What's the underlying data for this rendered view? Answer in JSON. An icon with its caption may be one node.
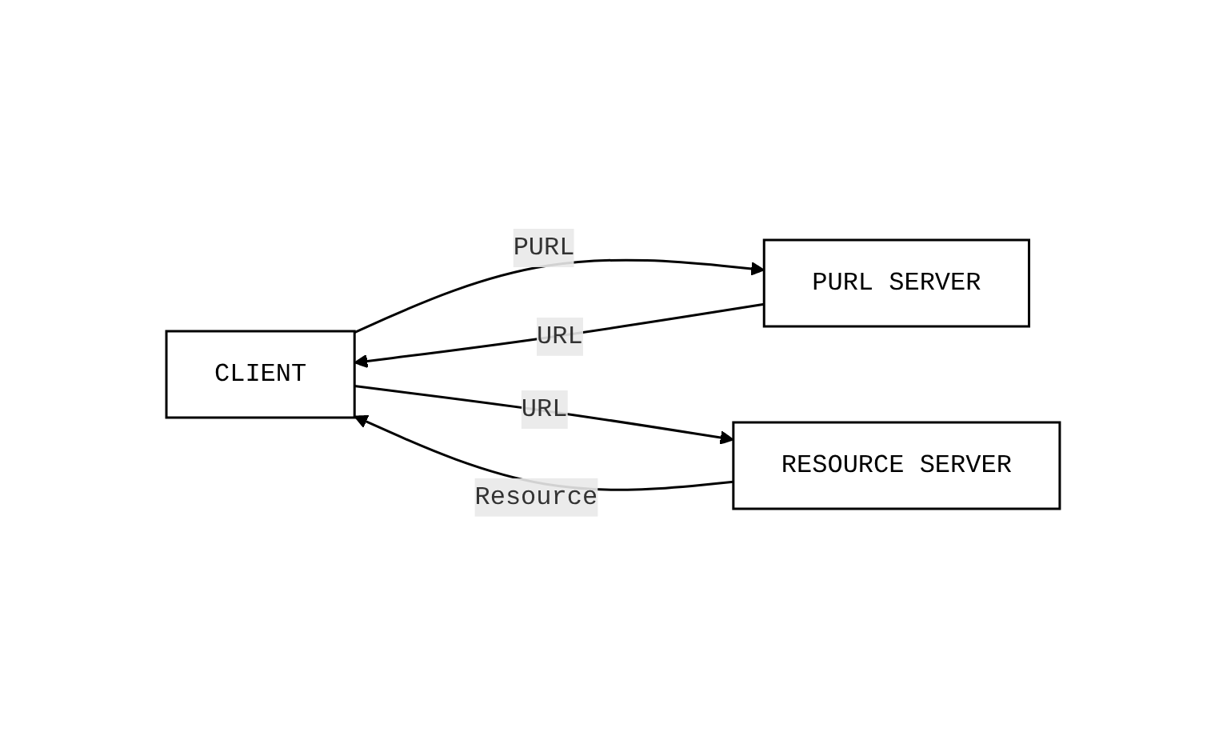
{
  "diagram": {
    "nodes": [
      {
        "text": [
          "CLIENT"
        ]
      },
      {
        "text": [
          "PURL SERVER"
        ]
      },
      {
        "text": [
          "RESOURCE SERVER"
        ]
      }
    ],
    "edges": [
      {
        "from": 0,
        "to": 1,
        "arrow": "to",
        "label": "PURL"
      },
      {
        "from": 1,
        "to": 0,
        "arrow": "to",
        "label": "URL"
      },
      {
        "from": 0,
        "to": 2,
        "arrow": "to",
        "label": "URL"
      },
      {
        "from": 2,
        "to": 0,
        "arrow": "to",
        "label": "Resource"
      }
    ]
  }
}
